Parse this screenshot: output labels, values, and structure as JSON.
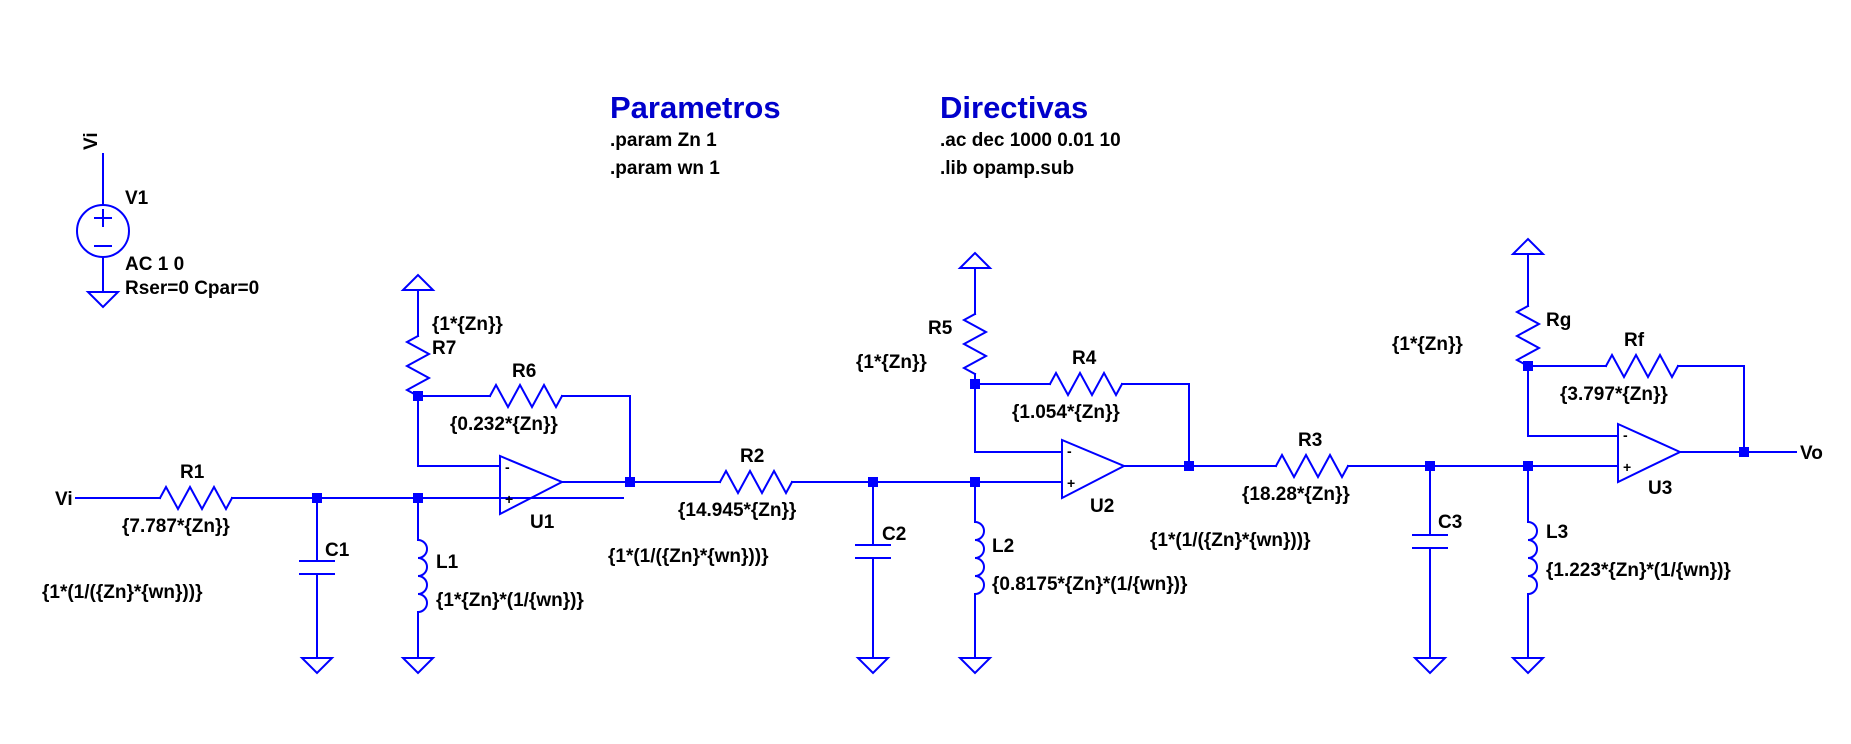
{
  "colors": {
    "wire": "#0000ff",
    "text": "#000000",
    "header": "#0000cc",
    "background": "#ffffff"
  },
  "headers": {
    "parametros": "Parametros",
    "directivas": "Directivas"
  },
  "params": [
    ".param Zn 1",
    ".param wn 1"
  ],
  "directives": [
    ".ac dec 1000 0.01 10",
    ".lib opamp.sub"
  ],
  "source": {
    "name": "V1",
    "net": "Vi",
    "value": "AC 1 0",
    "extra": "Rser=0 Cpar=0"
  },
  "nets": {
    "input": "Vi",
    "output": "Vo"
  },
  "components": {
    "R1": {
      "name": "R1",
      "value": "{7.787*{Zn}}"
    },
    "C1": {
      "name": "C1",
      "value": "{1*(1/({Zn}*{wn}))}"
    },
    "L1": {
      "name": "L1",
      "value": "{1*{Zn}*(1/{wn})}"
    },
    "R7": {
      "name": "R7",
      "value": "{1*{Zn}}"
    },
    "R6": {
      "name": "R6",
      "value": "{0.232*{Zn}}"
    },
    "U1": {
      "name": "U1"
    },
    "R2": {
      "name": "R2",
      "value": "{14.945*{Zn}}"
    },
    "C2": {
      "name": "C2",
      "value": "{1*(1/({Zn}*{wn}))}"
    },
    "L2": {
      "name": "L2",
      "value": "{0.8175*{Zn}*(1/{wn})}"
    },
    "R5": {
      "name": "R5",
      "value": "{1*{Zn}}"
    },
    "R4": {
      "name": "R4",
      "value": "{1.054*{Zn}}"
    },
    "U2": {
      "name": "U2"
    },
    "R3": {
      "name": "R3",
      "value": "{18.28*{Zn}}"
    },
    "C3": {
      "name": "C3",
      "value": "{1*(1/({Zn}*{wn}))}"
    },
    "L3": {
      "name": "L3",
      "value": "{1.223*{Zn}*(1/{wn})}"
    },
    "Rg": {
      "name": "Rg",
      "value": "{1*{Zn}}"
    },
    "Rf": {
      "name": "Rf",
      "value": "{3.797*{Zn}}"
    },
    "U3": {
      "name": "U3"
    }
  },
  "opamp_pins": {
    "minus": "-",
    "plus": "+"
  }
}
